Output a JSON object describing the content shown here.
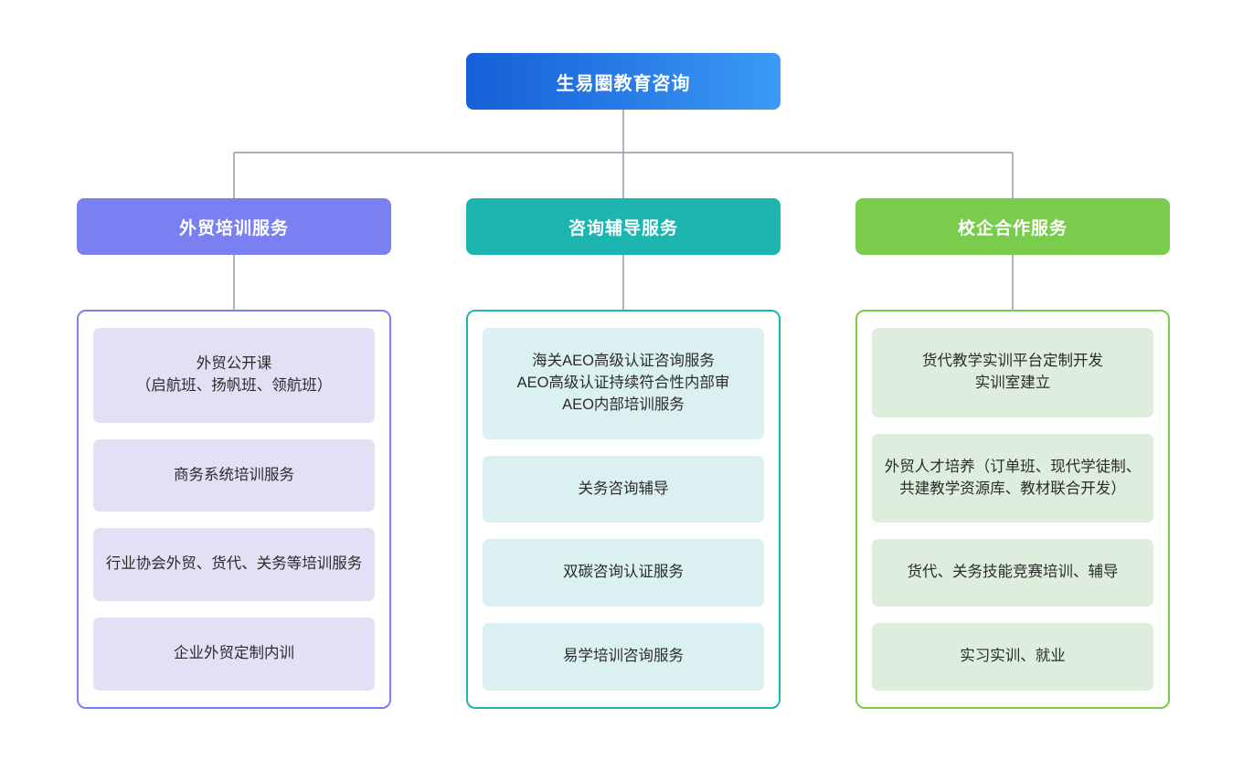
{
  "diagram": {
    "type": "organization-chart",
    "orientation": "top-down",
    "connector_color": "#8a94a6",
    "background": "#ffffff",
    "root": {
      "label": "生易圈教育咨询",
      "gradient_from": "#1560d8",
      "gradient_to": "#3b9bf5",
      "text_color": "#ffffff"
    },
    "branches": [
      {
        "label": "外贸培训服务",
        "header_color": "#7b80f0",
        "panel_border_color": "#7b80f0",
        "card_color": "#e3dff4",
        "items": [
          "外贸公开课\n（启航班、扬帆班、领航班）",
          "商务系统培训服务",
          "行业协会外贸、货代、关务等培训服务",
          "企业外贸定制内训"
        ]
      },
      {
        "label": "咨询辅导服务",
        "header_color": "#1cb5b0",
        "panel_border_color": "#1cb5b0",
        "card_color": "#dbf0f0",
        "items": [
          "海关AEO高级认证咨询服务\nAEO高级认证持续符合性内部审\nAEO内部培训服务",
          "关务咨询辅导",
          "双碳咨询认证服务",
          "易学培训咨询服务"
        ]
      },
      {
        "label": "校企合作服务",
        "header_color": "#79cc4c",
        "panel_border_color": "#79cc4c",
        "card_color": "#ddefdc",
        "items": [
          "货代教学实训平台定制开发\n实训室建立",
          "外贸人才培养（订单班、现代学徒制、共建教学资源库、教材联合开发）",
          "货代、关务技能竞赛培训、辅导",
          "实习实训、就业"
        ]
      }
    ]
  }
}
